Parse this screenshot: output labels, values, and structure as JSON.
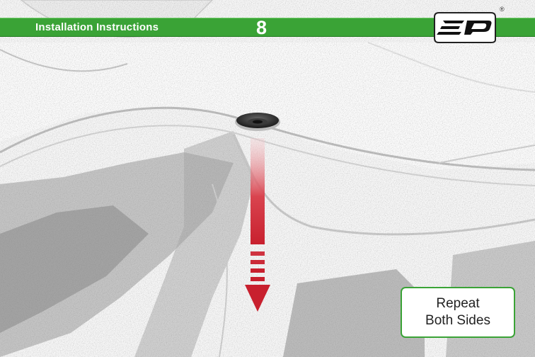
{
  "header": {
    "title": "Installation Instructions",
    "page_number": "8"
  },
  "logo": {
    "text": "EP",
    "registered": "®"
  },
  "note": {
    "line1": "Repeat",
    "line2": "Both Sides"
  },
  "colors": {
    "accent_green": "#3aa336",
    "arrow_red": "#c8202e"
  },
  "icons": {
    "arrow": "arrow-down-icon",
    "fastener": "push-rivet-clip-icon"
  }
}
